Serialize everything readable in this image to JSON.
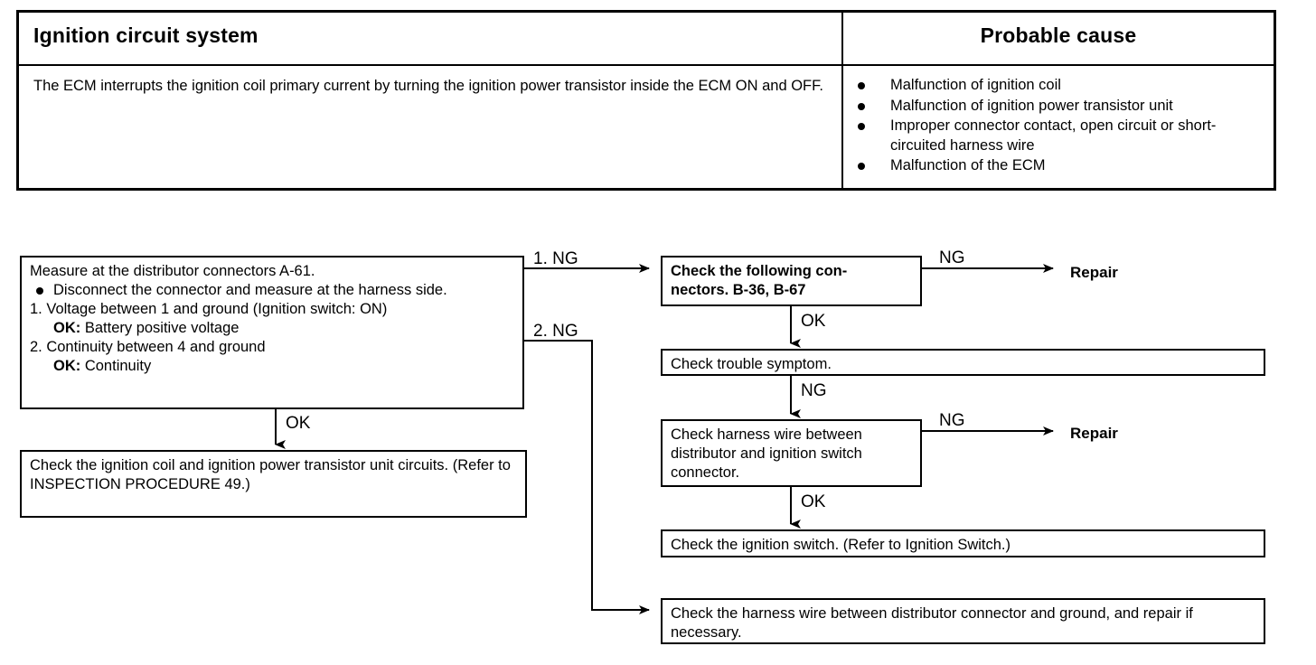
{
  "table": {
    "headers": {
      "left": "Ignition circuit system",
      "right": "Probable cause"
    },
    "description": "The ECM interrupts the ignition coil primary current by turning the ignition power transistor inside the ECM ON and OFF.",
    "probable_causes": [
      "Malfunction of ignition coil",
      "Malfunction of ignition power transistor unit",
      "Improper connector contact, open circuit or short-circuited harness wire",
      "Malfunction of the ECM"
    ]
  },
  "flowchart": {
    "measure_box": {
      "title": "Measure at the distributor connectors A-61.",
      "bullet": "Disconnect the connector and measure at the harness side.",
      "step1": "1. Voltage between 1 and ground (Ignition switch: ON)",
      "step1_ok_label": "OK:",
      "step1_ok_value": "Battery positive voltage",
      "step2": "2. Continuity between 4 and ground",
      "step2_ok_label": "OK:",
      "step2_ok_value": "Continuity"
    },
    "coil_box": "Check the ignition coil and ignition power transistor unit circuits. (Refer to INSPECTION PROCEDURE 49.)",
    "connectors_box_line1": "Check the following con-",
    "connectors_box_line2": "nectors. B-36, B-67",
    "symptom_box": "Check trouble symptom.",
    "harness_box": "Check harness wire between distributor and ignition switch connector.",
    "switch_box": "Check the ignition switch. (Refer to Ignition Switch.)",
    "ground_box": "Check the harness wire between distributor connector and ground, and repair if necessary.",
    "labels": {
      "ng1": "1. NG",
      "ng2": "2. NG",
      "ok_a": "OK",
      "ok_b": "OK",
      "ng_b": "NG",
      "ng_c": "NG",
      "ng_d": "NG",
      "ok_c": "OK",
      "repair1": "Repair",
      "repair2": "Repair"
    }
  },
  "colors": {
    "line": "#000000",
    "background": "#ffffff"
  }
}
